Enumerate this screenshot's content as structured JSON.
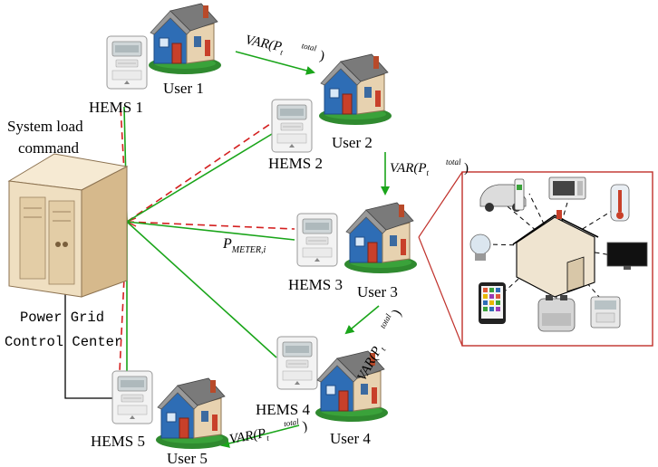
{
  "top_label": {
    "line1": "System load",
    "line2": "command"
  },
  "center": {
    "line1": "Power Grid",
    "line2": "Control Center"
  },
  "meters": [
    {
      "label": "HEMS 1"
    },
    {
      "label": "HEMS 2"
    },
    {
      "label": "HEMS 3"
    },
    {
      "label": "HEMS 4"
    },
    {
      "label": "HEMS 5"
    }
  ],
  "users": [
    {
      "label": "User 1"
    },
    {
      "label": "User 2"
    },
    {
      "label": "User 3"
    },
    {
      "label": "User 4"
    },
    {
      "label": "User 5"
    }
  ],
  "var_label": {
    "prefix": "VAR(",
    "p": "P",
    "sup": "total",
    "sub": "t",
    "suffix": ")"
  },
  "pmeter_label": {
    "p": "P",
    "sub": "METER,i"
  },
  "appliance_panel": {
    "border_color": "#c0302a",
    "items": [
      "electric-car",
      "ev-charger",
      "microwave",
      "thermostat",
      "light-bulb",
      "television",
      "smartphone",
      "toaster",
      "smart-meter"
    ]
  },
  "colors": {
    "green_link": "#1aa51a",
    "red_dashed": "#d42020"
  }
}
